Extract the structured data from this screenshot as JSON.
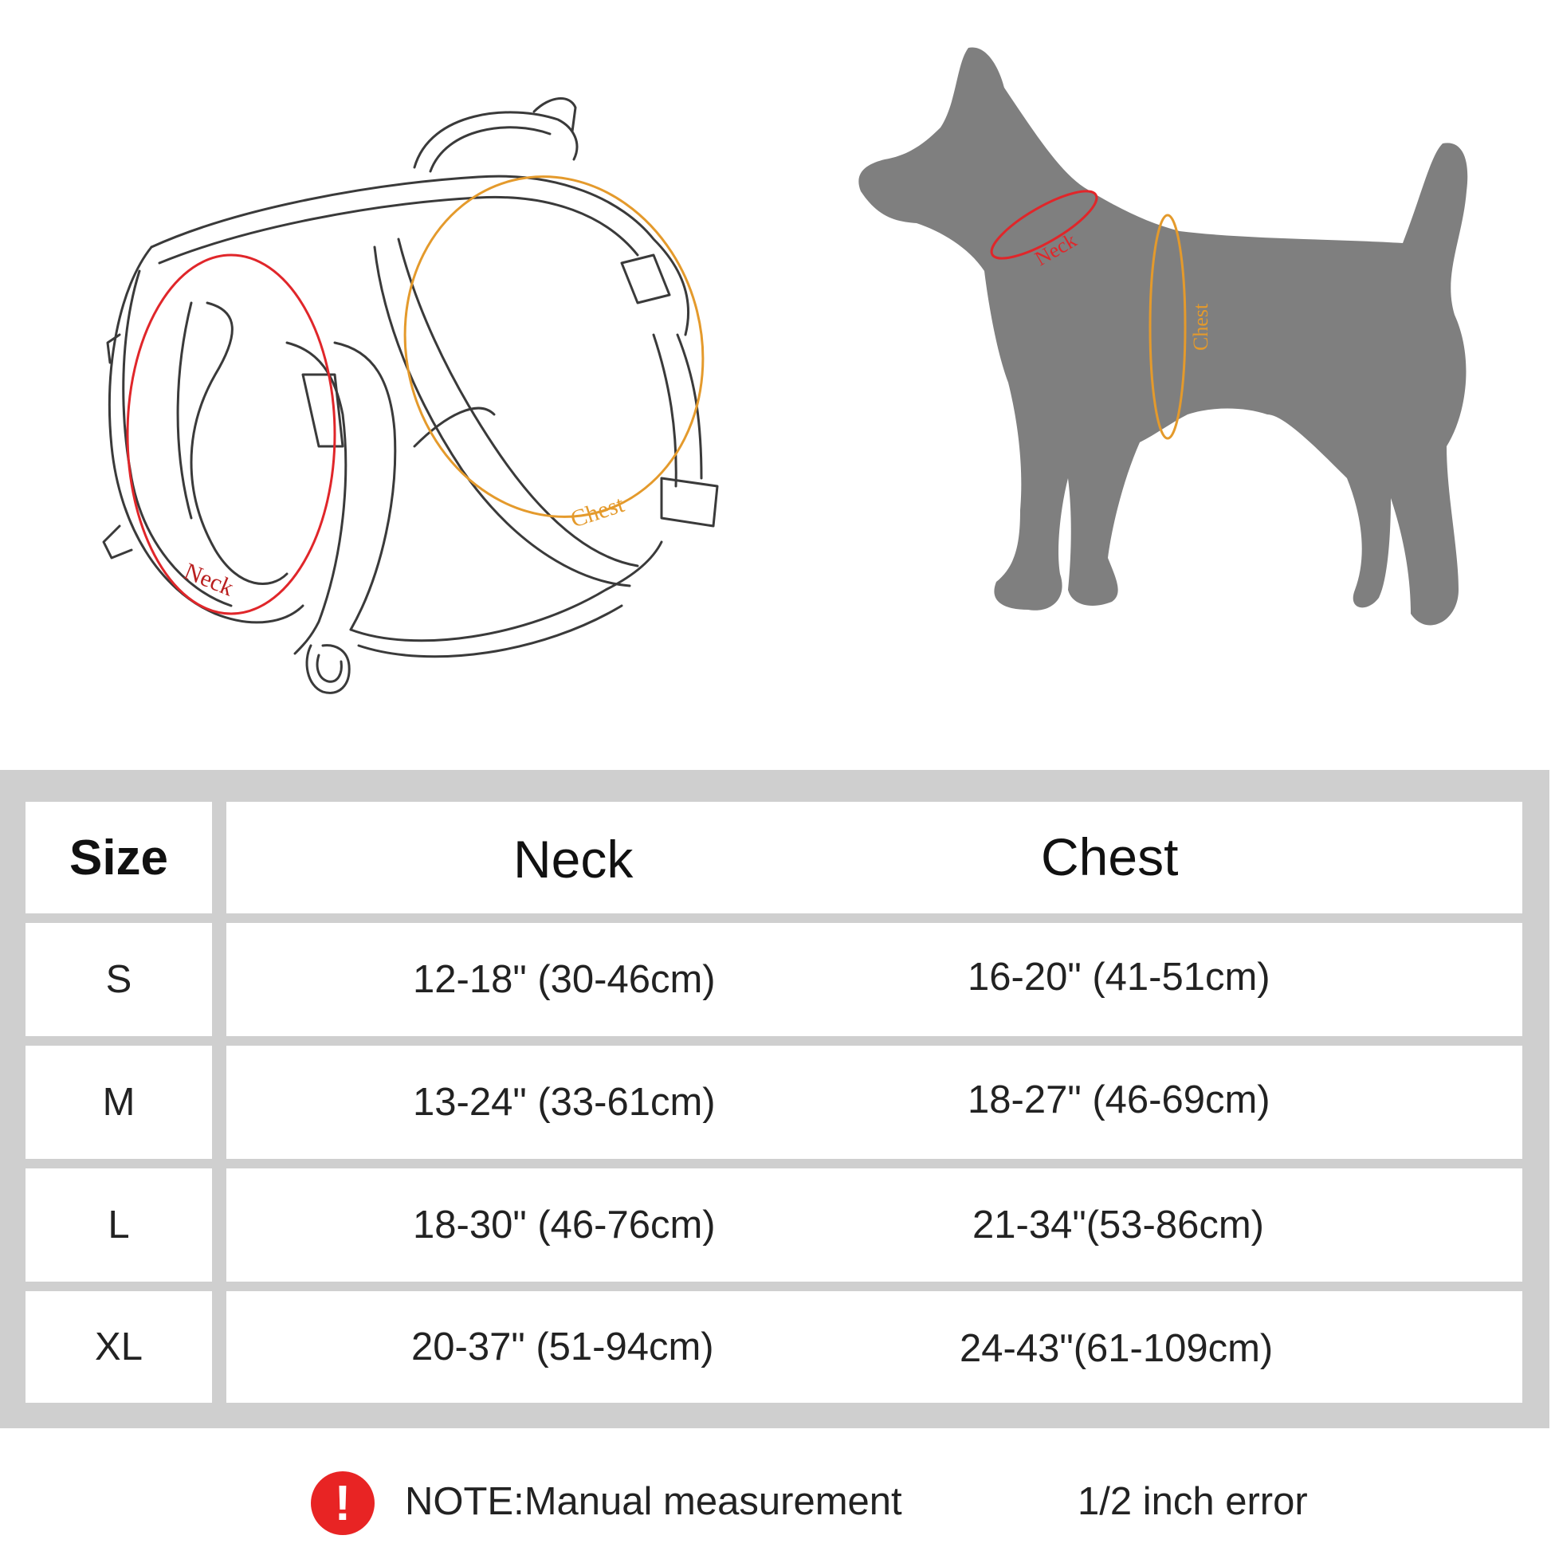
{
  "illustration": {
    "harness_neck_label": "Neck",
    "harness_chest_label": "Chest",
    "dog_neck_label": "Neck",
    "dog_chest_label": "Chest",
    "colors": {
      "neck": "#e0262a",
      "chest": "#e49a2c",
      "dog": "#7f7f7f"
    }
  },
  "table": {
    "headers": {
      "size": "Size",
      "neck": "Neck",
      "chest": "Chest"
    },
    "rows": [
      {
        "size": "S",
        "neck": "12-18\" (30-46cm)",
        "chest": "16-20\" (41-51cm)"
      },
      {
        "size": "M",
        "neck": "13-24\" (33-61cm)",
        "chest": "18-27\" (46-69cm)"
      },
      {
        "size": "L",
        "neck": "18-30\" (46-76cm)",
        "chest": "21-34\"(53-86cm)"
      },
      {
        "size": "XL",
        "neck": "20-37\" (51-94cm)",
        "chest": "24-43\"(61-109cm)"
      }
    ]
  },
  "note": {
    "icon": "exclamation-icon",
    "icon_glyph": "!",
    "text": "NOTE:Manual measurement",
    "error": "1/2 inch error"
  }
}
